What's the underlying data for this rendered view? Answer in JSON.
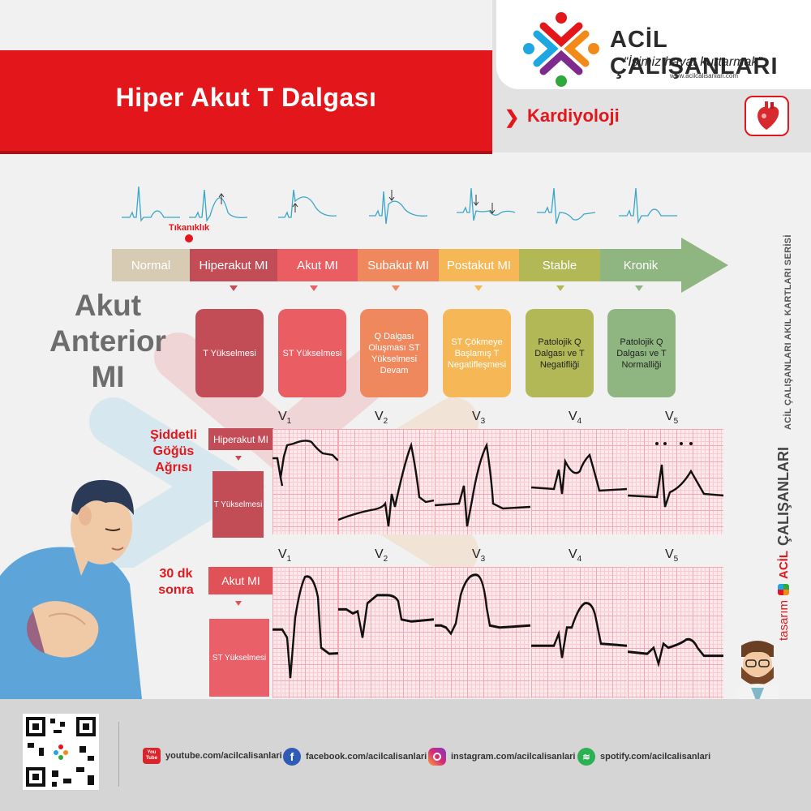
{
  "header": {
    "title": "Hiper Akut T Dalgası",
    "brand_name": "ACİL ÇALIŞANLARI",
    "brand_slogan": "“İşimiz hayat kurtarmak”",
    "brand_url": "www.acilcalisanlari.com",
    "category": "Kardiyoloji",
    "colors": {
      "red": "#e3171b",
      "gray": "#e2e2e2"
    }
  },
  "side": {
    "series": "ACİL ÇALIŞANLARI AKIL KARTLARI SERİSİ",
    "design_label": "tasarım",
    "design_brand_1": "ACİL",
    "design_brand_2": "ÇALIŞANLARI"
  },
  "timeline": {
    "occlusion_label": "Tıkanıklık",
    "stages": [
      {
        "label": "Normal",
        "color": "#d8cbb4"
      },
      {
        "label": "Hiperakut MI",
        "color": "#c24d57"
      },
      {
        "label": "Akut MI",
        "color": "#ea5d63"
      },
      {
        "label": "Subakut MI",
        "color": "#f0885e"
      },
      {
        "label": "Postakut MI",
        "color": "#f6b756"
      },
      {
        "label": "Stable",
        "color": "#b2b855"
      },
      {
        "label": "Kronik",
        "color": "#8fb680"
      }
    ]
  },
  "section": {
    "line1": "Akut",
    "line2": "Anterior",
    "line3": "MI"
  },
  "boxes": [
    {
      "text": "T Yükselmesi",
      "color": "#c24d57"
    },
    {
      "text": "ST Yükselmesi",
      "color": "#ea5d63"
    },
    {
      "text": "Q Dalgası Oluşması ST Yükselmesi Devam",
      "color": "#f0885e"
    },
    {
      "text": "ST Çökmeye Başlamış T Negatifleşmesi",
      "color": "#f6b756"
    },
    {
      "text": "Patolojik Q Dalgası ve T Negatifliği",
      "color": "#b2b855"
    },
    {
      "text": "Patolojik Q Dalgası ve T Normalliği",
      "color": "#8fb680"
    }
  ],
  "leads": [
    "V",
    "V",
    "V",
    "V",
    "V"
  ],
  "lead_subs": [
    "1",
    "2",
    "3",
    "4",
    "5"
  ],
  "rows": [
    {
      "label_1": "Şiddetli",
      "label_2": "Göğüs",
      "label_3": "Ağrısı",
      "tag": "Hiperakut MI",
      "finding": "T Yükselmesi"
    },
    {
      "label_1": "30 dk",
      "label_2": "sonra",
      "tag": "Akut MI",
      "finding": "ST Yükselmesi"
    }
  ],
  "footer": {
    "youtube": "youtube.com/acilcalisanlari",
    "facebook": "facebook.com/acilcalisanlari",
    "instagram": "instagram.com/acilcalisanlari",
    "spotify": "spotify.com/acilcalisanlari",
    "youtube_icon": "You Tube"
  }
}
